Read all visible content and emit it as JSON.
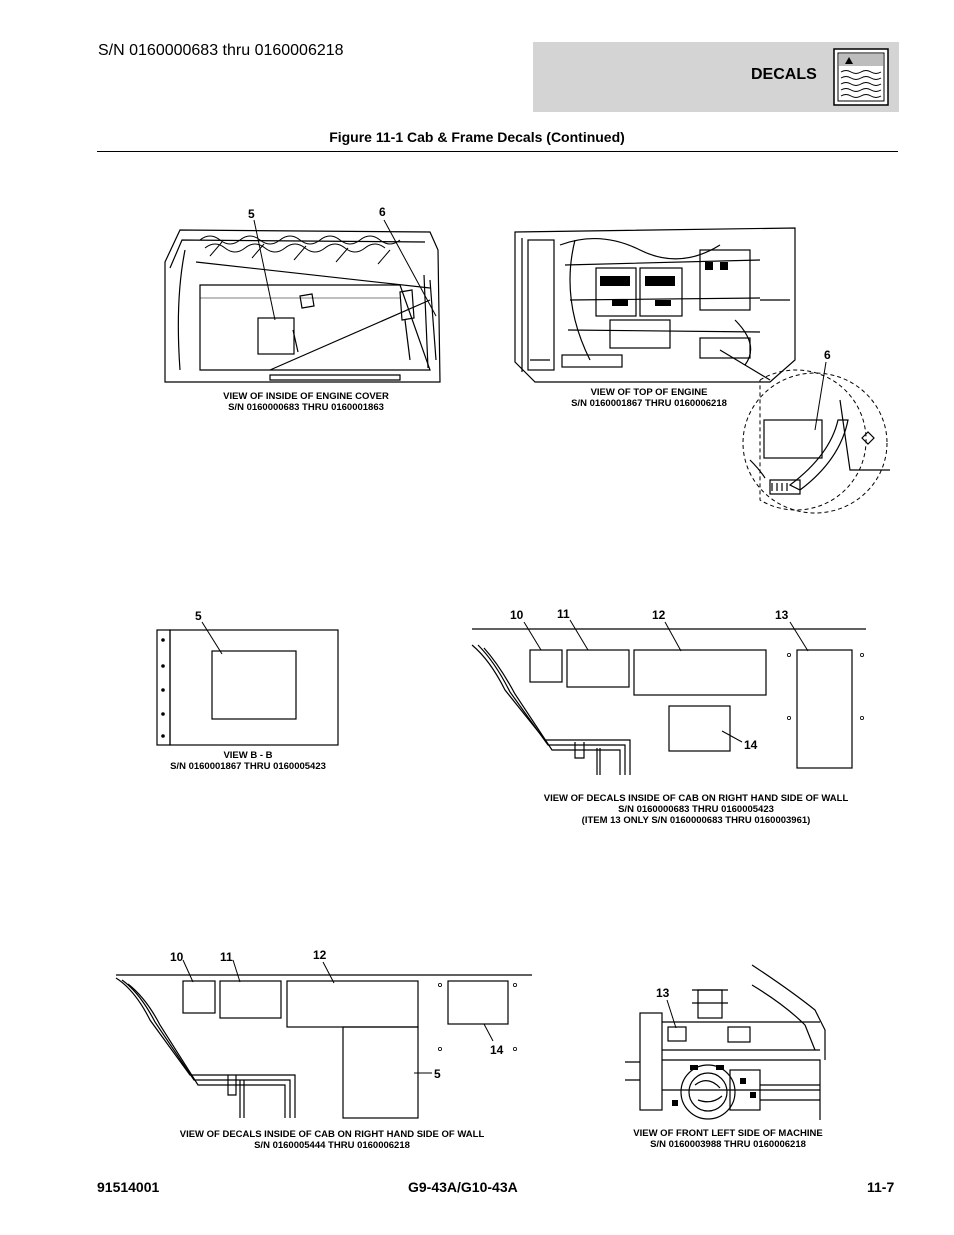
{
  "header": {
    "serial_range": "S/N 0160000683 thru 0160006218",
    "section_tab": "DECALS",
    "section_icon": "decal-warning-icon",
    "figure_title": "Figure 11-1 Cab & Frame Decals (Continued)"
  },
  "views": {
    "engine_cover": {
      "caption": [
        "VIEW OF INSIDE OF ENGINE COVER",
        "S/N 0160000683 THRU 0160001863"
      ],
      "callouts": [
        "5",
        "6"
      ]
    },
    "top_of_engine": {
      "caption": [
        "VIEW OF TOP OF ENGINE",
        "S/N 0160001867 THRU 0160006218"
      ],
      "callouts": [
        "6"
      ]
    },
    "view_bb": {
      "caption": [
        "VIEW B - B",
        "S/N 0160001867 THRU 0160005423"
      ],
      "callouts": [
        "5"
      ]
    },
    "cab_wall_1": {
      "caption": [
        "VIEW OF DECALS INSIDE OF CAB ON RIGHT HAND SIDE OF WALL",
        "S/N 0160000683 THRU 0160005423",
        "(ITEM 13 ONLY S/N 0160000683 THRU 0160003961)"
      ],
      "callouts": [
        "10",
        "11",
        "12",
        "13",
        "14"
      ]
    },
    "cab_wall_2": {
      "caption": [
        "VIEW OF DECALS INSIDE OF CAB ON RIGHT HAND SIDE OF WALL",
        "S/N 0160005444 THRU 0160006218"
      ],
      "callouts": [
        "10",
        "11",
        "12",
        "14",
        "5"
      ]
    },
    "front_left": {
      "caption": [
        "VIEW OF FRONT LEFT SIDE OF MACHINE",
        "S/N 0160003988 THRU 0160006218"
      ],
      "callouts": [
        "13"
      ]
    }
  },
  "footer": {
    "part_number": "91514001",
    "model": "G9-43A/G10-43A",
    "page": "11-7"
  }
}
